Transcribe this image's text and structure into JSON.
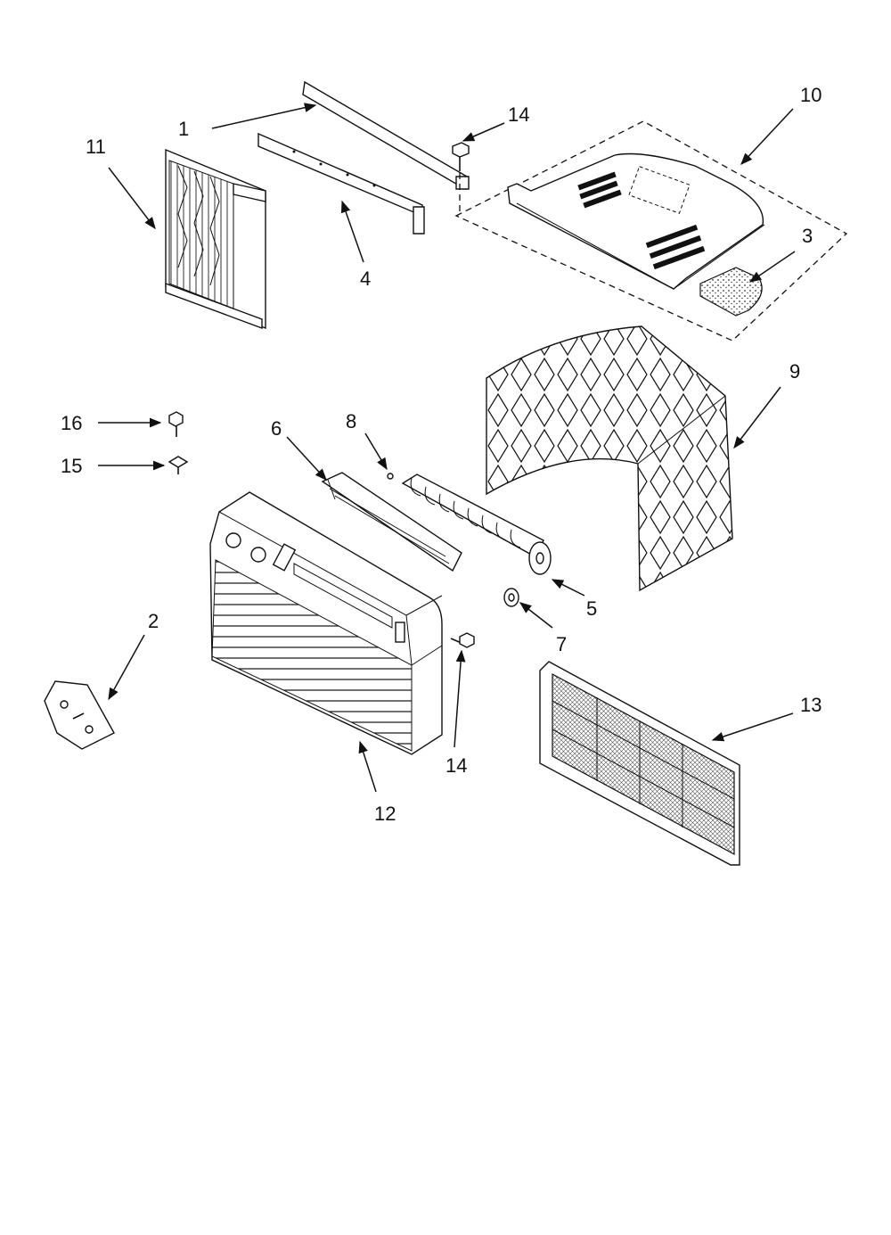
{
  "callouts": [
    {
      "id": "c1",
      "text": "1"
    },
    {
      "id": "c2",
      "text": "2"
    },
    {
      "id": "c3",
      "text": "3"
    },
    {
      "id": "c4",
      "text": "4"
    },
    {
      "id": "c5",
      "text": "5"
    },
    {
      "id": "c6",
      "text": "6"
    },
    {
      "id": "c7",
      "text": "7"
    },
    {
      "id": "c8",
      "text": "8"
    },
    {
      "id": "c9",
      "text": "9"
    },
    {
      "id": "c10",
      "text": "10"
    },
    {
      "id": "c11",
      "text": "11"
    },
    {
      "id": "c12",
      "text": "12"
    },
    {
      "id": "c13",
      "text": "13"
    },
    {
      "id": "c14a",
      "text": "14"
    },
    {
      "id": "c14b",
      "text": "14"
    },
    {
      "id": "c15",
      "text": "15"
    },
    {
      "id": "c16",
      "text": "16"
    }
  ],
  "colors": {
    "line": "#111111",
    "background": "#ffffff"
  }
}
